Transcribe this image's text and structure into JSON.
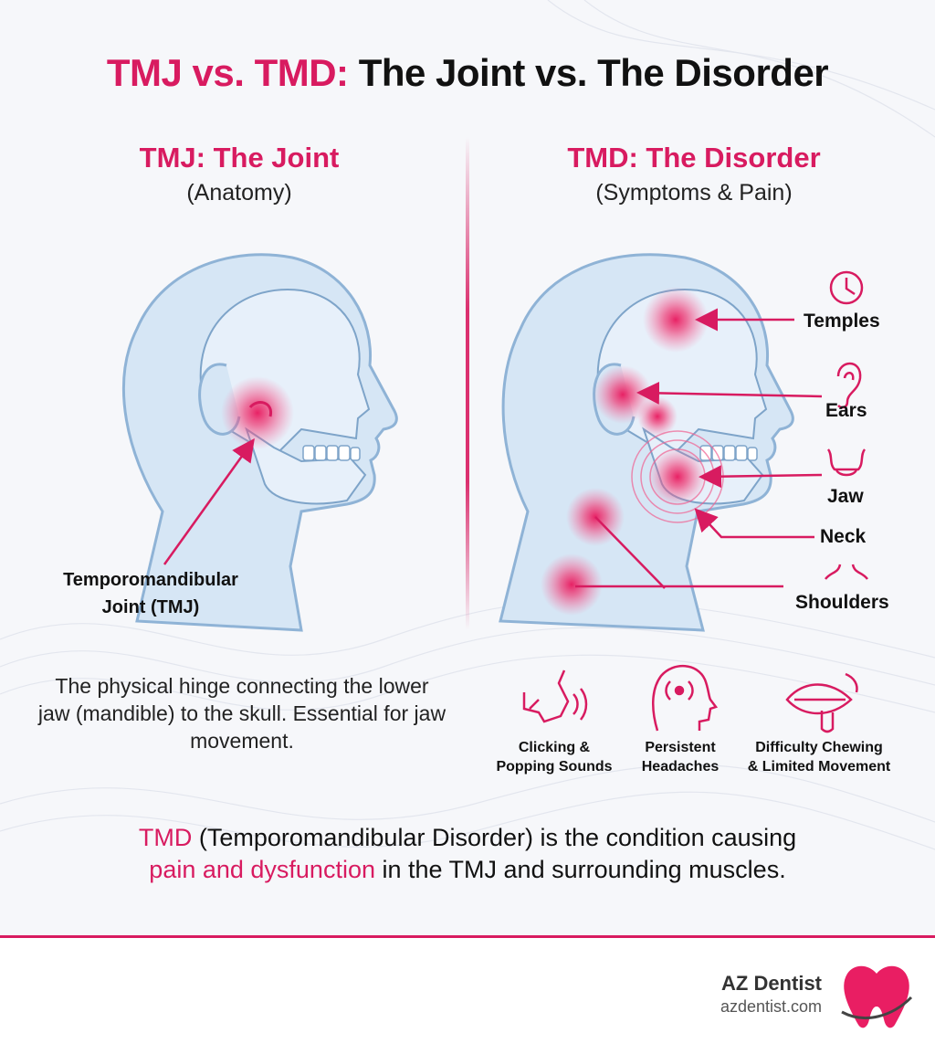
{
  "title": {
    "highlight": "TMJ vs. TMD:",
    "rest": " The Joint vs. The Disorder"
  },
  "left": {
    "heading": "TMJ: The Joint",
    "subheading": "(Anatomy)",
    "callout_label": "Temporomandibular\nJoint (TMJ)",
    "description": "The physical hinge connecting the lower jaw (mandible) to the skull. Essential for jaw movement."
  },
  "right": {
    "heading": "TMD: The Disorder",
    "subheading": "(Symptoms & Pain)",
    "pain_points": [
      {
        "label": "Temples",
        "icon": "clock-icon"
      },
      {
        "label": "Ears",
        "icon": "ear-icon"
      },
      {
        "label": "Jaw",
        "icon": "jaw-icon"
      },
      {
        "label": "Neck",
        "icon": ""
      },
      {
        "label": "Shoulders",
        "icon": "shoulders-icon"
      }
    ],
    "symptoms": [
      {
        "label": "Clicking &\nPopping Sounds",
        "icon": "clicking-jaw-icon"
      },
      {
        "label": "Persistent\nHeadaches",
        "icon": "headache-icon"
      },
      {
        "label": "Difficulty Chewing\n& Limited Movement",
        "icon": "chewing-icon"
      }
    ]
  },
  "summary": {
    "term": "TMD",
    "part1": " (Temporomandibular Disorder) is the condition causing",
    "highlight": "pain and dysfunction",
    "part2": " in the TMJ and surrounding muscles."
  },
  "brand": {
    "name": "AZ Dentist",
    "url": "azdentist.com"
  },
  "colors": {
    "accent": "#d81b60",
    "head_fill": "#d6e6f5",
    "head_stroke": "#8fb3d6"
  }
}
